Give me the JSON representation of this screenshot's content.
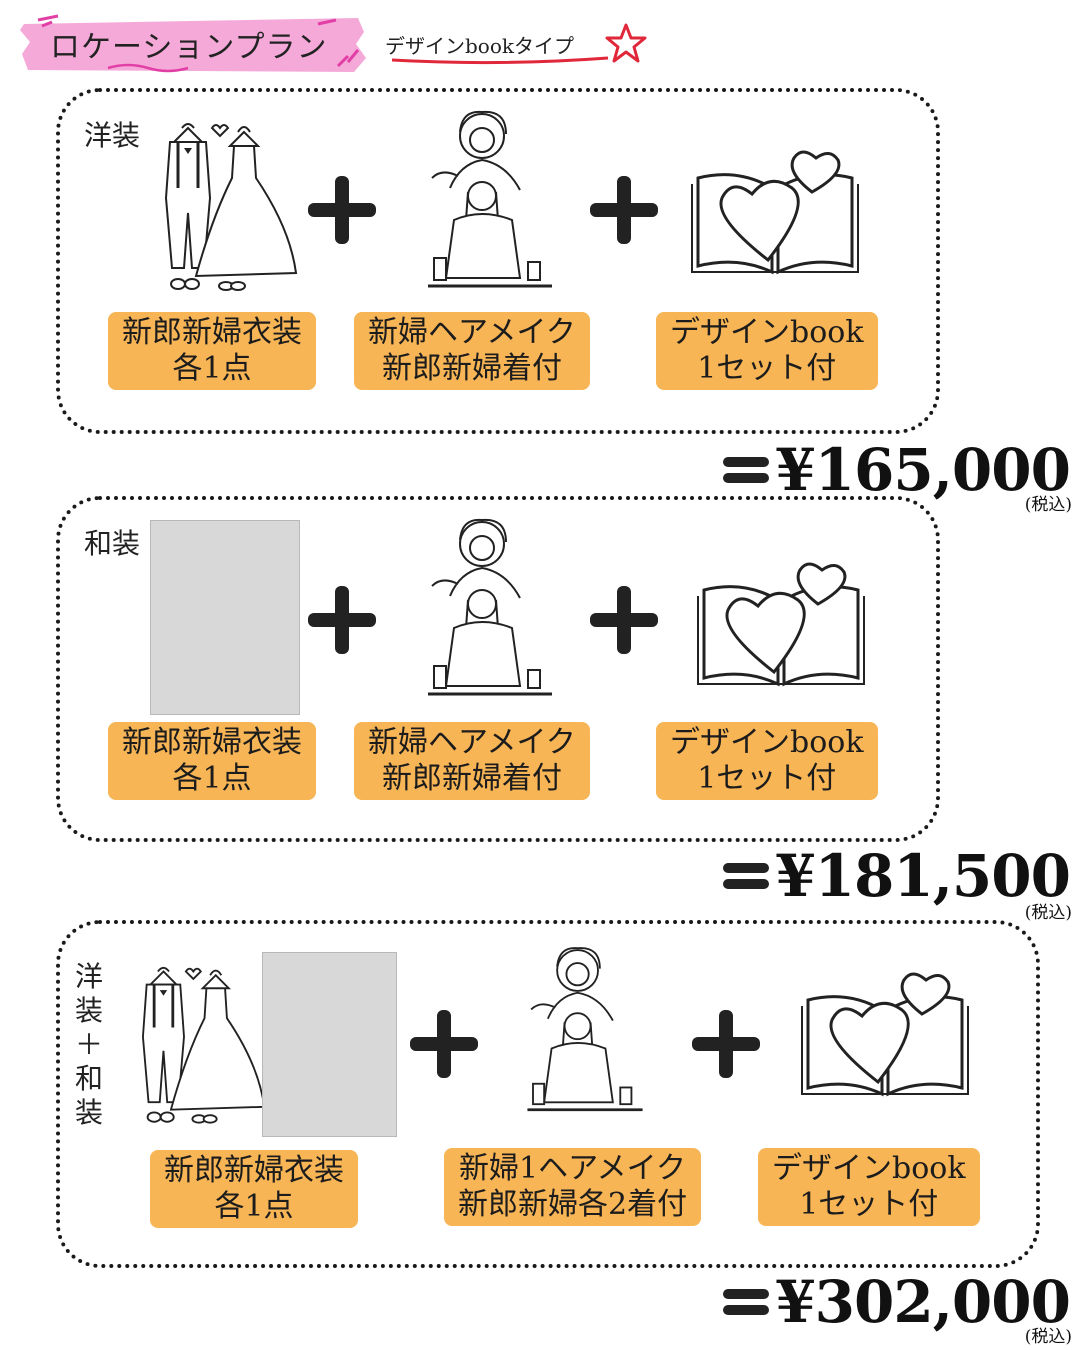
{
  "header": {
    "title": "ロケーションプラン",
    "subtitle": "デザインbookタイプ"
  },
  "plans": [
    {
      "label": "洋装",
      "tags": {
        "costume": [
          "新郎新婦衣装",
          "各1点"
        ],
        "hair": [
          "新婦ヘアメイク",
          "新郎新婦着付"
        ],
        "book": [
          "デザインbook",
          "1セット付"
        ]
      },
      "price": "¥165,000",
      "tax": "(税込)"
    },
    {
      "label": "和装",
      "tags": {
        "costume": [
          "新郎新婦衣装",
          "各1点"
        ],
        "hair": [
          "新婦ヘアメイク",
          "新郎新婦着付"
        ],
        "book": [
          "デザインbook",
          "1セット付"
        ]
      },
      "price": "¥181,500",
      "tax": "(税込)"
    },
    {
      "label_chars": [
        "洋",
        "装",
        "＋",
        "和",
        "装"
      ],
      "tags": {
        "costume": [
          "新郎新婦衣装",
          "各1点"
        ],
        "hair": [
          "新婦1ヘアメイク",
          "新郎新婦各2着付"
        ],
        "book": [
          "デザインbook",
          "1セット付"
        ]
      },
      "price": "¥302,000",
      "tax": "(税込)"
    }
  ],
  "icons": {
    "plus": "plus-icon",
    "equals": "equals-icon",
    "star": "star-icon",
    "western_attire": "western-wedding-attire-icon",
    "japanese_attire": "japanese-wedding-attire-icon",
    "hair_makeup": "hair-makeup-icon",
    "photo_book": "heart-book-icon"
  },
  "colors": {
    "tag_bg": "#f7b556",
    "ribbon": "#f5a9d8",
    "underline": "#e0283a"
  }
}
